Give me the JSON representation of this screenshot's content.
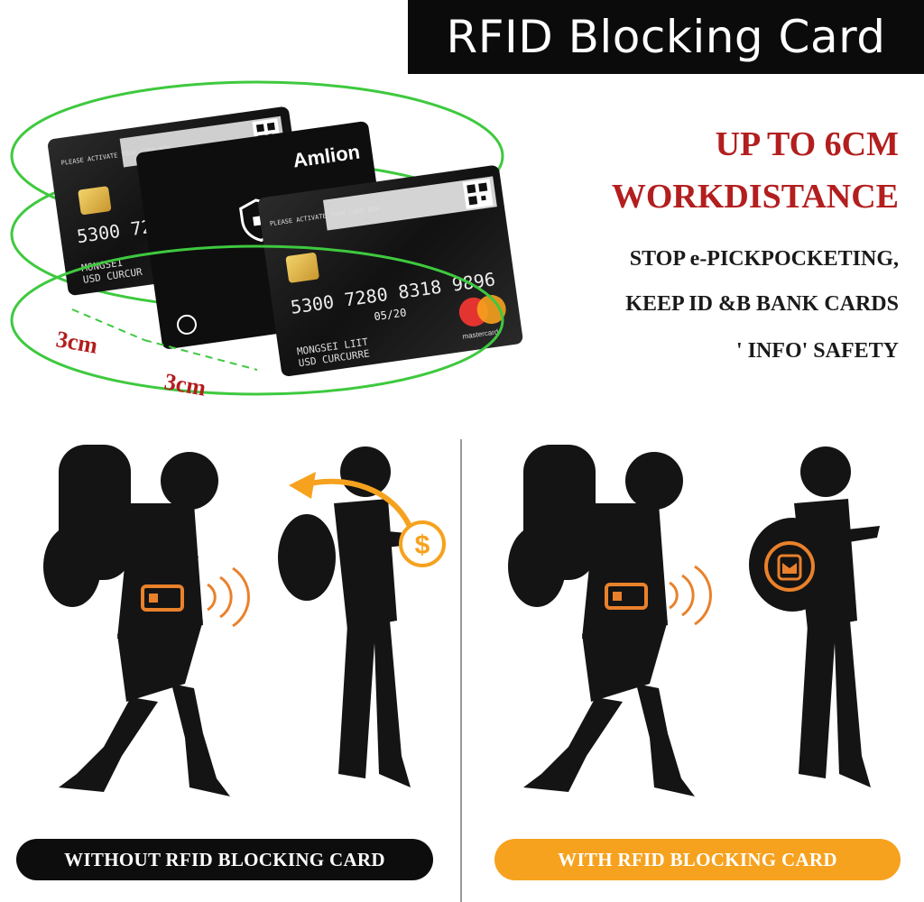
{
  "title": "RFID Blocking Card",
  "headline": {
    "line1": "UP TO 6CM",
    "line2": "WORKDISTANCE"
  },
  "tagline": {
    "line1": "STOP e-PICKPOCKETING,",
    "line2": "KEEP ID &B BANK CARDS",
    "line3": "' INFO' SAFETY"
  },
  "distance_labels": {
    "left": "3cm",
    "bottom": "3cm"
  },
  "cards": {
    "brand": "Amlion",
    "activate_text": "PLEASE ACTIVATE YOUR CARD NOW",
    "card_number_back": "5300 72",
    "card_number_front": "5300 7280 8318 9896",
    "expiry": "05/20",
    "holder_back": "MONGSEI\nUSD CURCUR",
    "holder_front": "MONGSEI LIIT\nUSD CURCURRE",
    "network": "mastercard"
  },
  "panels": {
    "without_label": "WITHOUT RFID BLOCKING CARD",
    "with_label": "WITH RFID BLOCKING CARD",
    "dollar_symbol": "$"
  },
  "colors": {
    "title_bg": "#0b0b0b",
    "headline_red": "#b31e1e",
    "ring_green": "#3ec93e",
    "accent_orange": "#f6a21e",
    "icon_orange": "#e9812b",
    "silhouette": "#141414"
  },
  "icons": [
    "shield-icon",
    "card-signal-icon",
    "dollar-icon",
    "shield-lock-icon",
    "qr-code-icon",
    "chip-icon"
  ]
}
